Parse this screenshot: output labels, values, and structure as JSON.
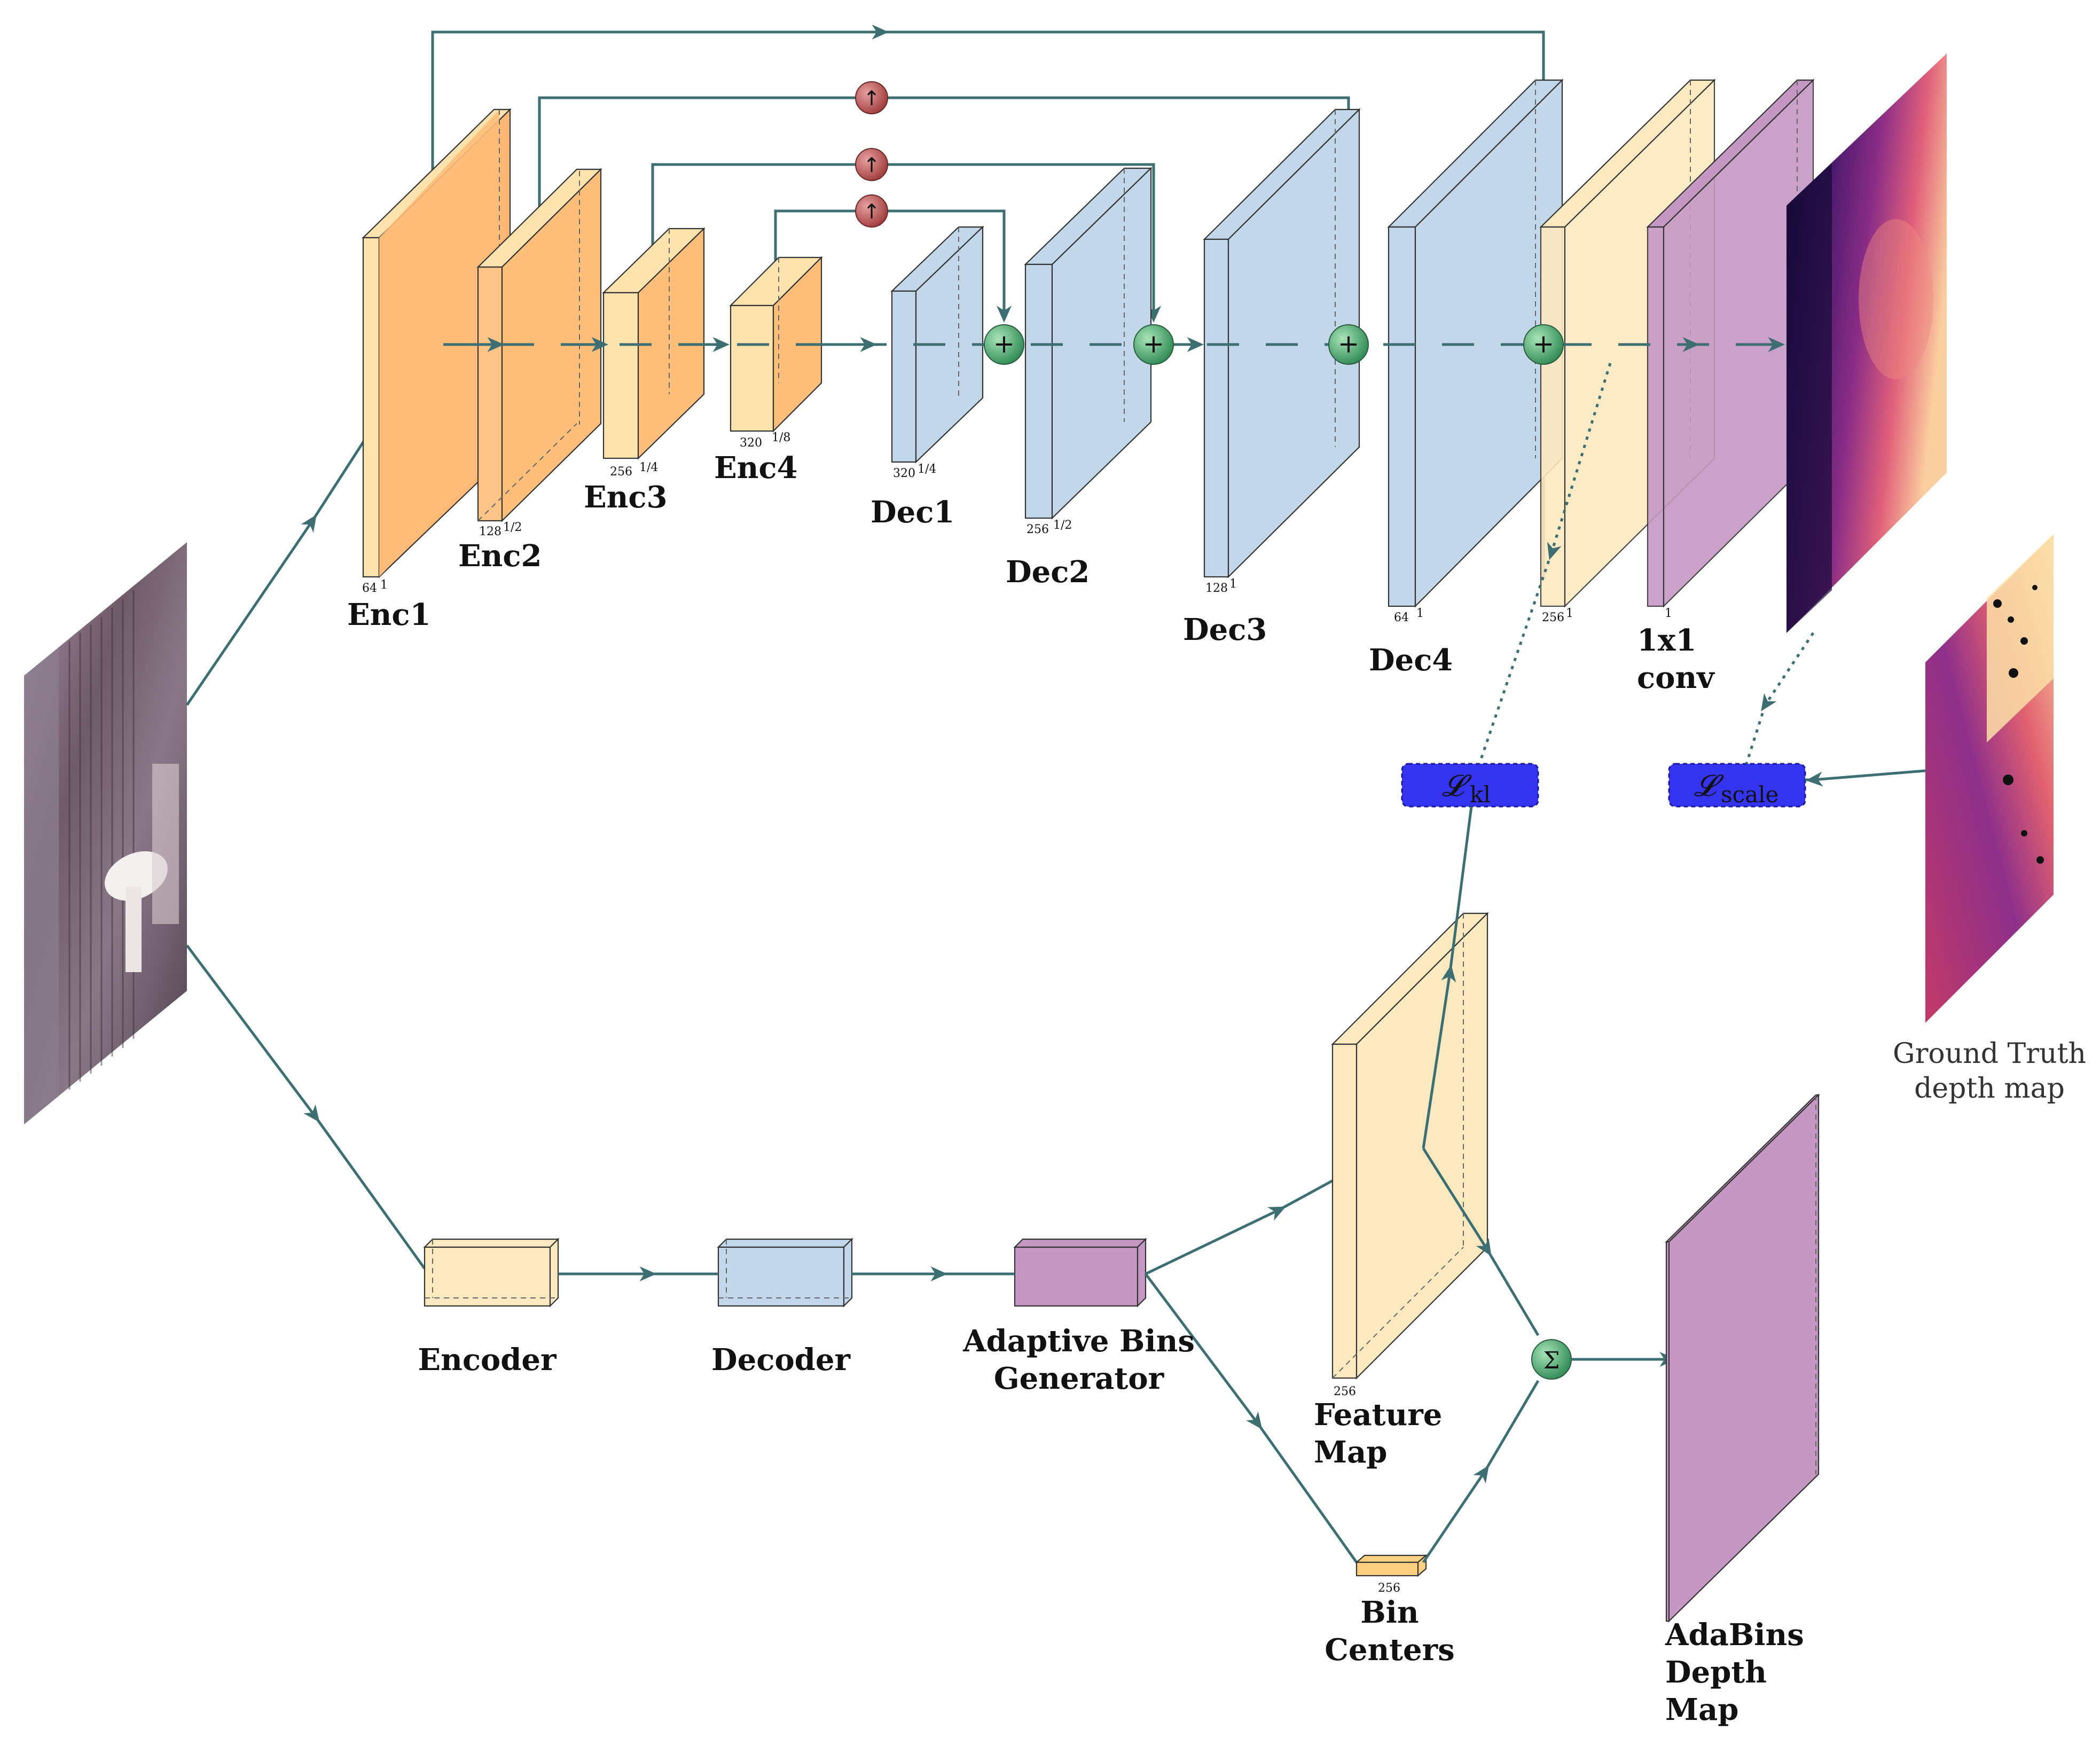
{
  "encoder_blocks": [
    {
      "label": "Enc1",
      "channels": "64",
      "scale": "1"
    },
    {
      "label": "Enc2",
      "channels": "128",
      "scale": "1/2"
    },
    {
      "label": "Enc3",
      "channels": "256",
      "scale": "1/4"
    },
    {
      "label": "Enc4",
      "channels": "320",
      "scale": "1/8"
    }
  ],
  "decoder_blocks": [
    {
      "label": "Dec1",
      "channels": "320",
      "scale": "1/4"
    },
    {
      "label": "Dec2",
      "channels": "256",
      "scale": "1/2"
    },
    {
      "label": "Dec3",
      "channels": "128",
      "scale": "1"
    },
    {
      "label": "Dec4",
      "channels": "64",
      "scale": "1"
    }
  ],
  "head_blocks": [
    {
      "channels": "256",
      "scale": "1"
    },
    {
      "label_line1": "1x1",
      "label_line2": "conv",
      "channels": "",
      "scale": "1"
    }
  ],
  "ops": {
    "add_symbol": "+",
    "up_symbol": "↑",
    "sum_symbol": "Σ"
  },
  "losses": {
    "kl": {
      "script": "𝓛",
      "subscript": "kl"
    },
    "scale": {
      "script": "𝓛",
      "subscript": "scale"
    }
  },
  "ground_truth": {
    "line1": "Ground Truth",
    "line2": "depth map"
  },
  "bottom_blocks": [
    {
      "label": "Encoder"
    },
    {
      "label": "Decoder"
    },
    {
      "label_line1": "Adaptive Bins",
      "label_line2": "Generator"
    }
  ],
  "feature_map": {
    "label_line1": "Feature",
    "label_line2": "Map",
    "channels": "256"
  },
  "bin_centers": {
    "label_line1": "Bin",
    "label_line2": "Centers",
    "channels": "256"
  },
  "adabins_output": {
    "label_line1": "AdaBins",
    "label_line2": "Depth",
    "label_line3": "Map"
  },
  "colors": {
    "encoder_fill": "#ffbe7a",
    "encoder_front": "#ffe3ae",
    "decoder_fill": "#c3d7ea",
    "head_fill": "#fde9c0",
    "conv_fill": "#c598c4",
    "flow_line": "#3d6e72",
    "add_node": "#5eb07a",
    "up_node": "#b85b5b",
    "loss_box": "#3434f0"
  }
}
